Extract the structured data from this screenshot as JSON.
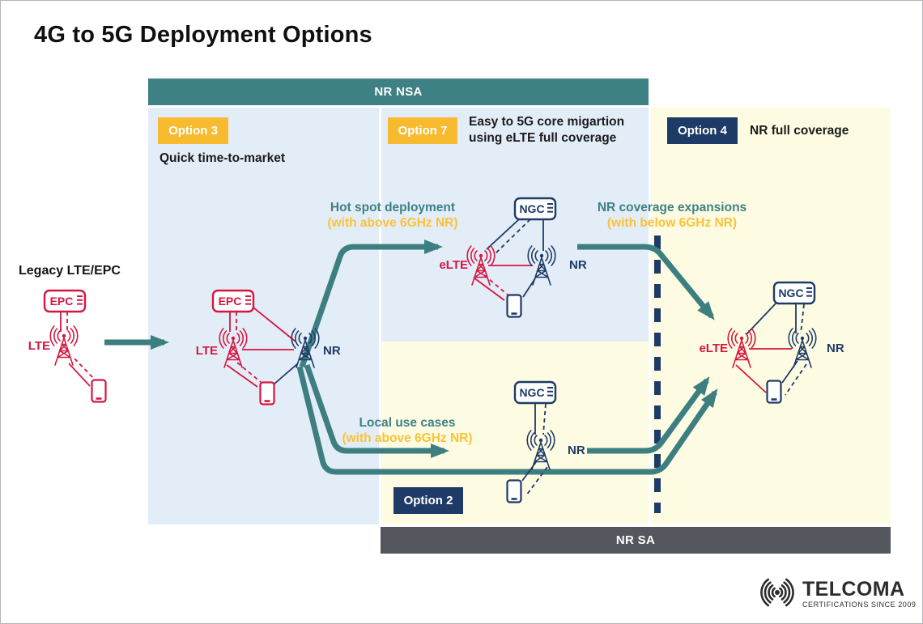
{
  "title": "4G to 5G Deployment Options",
  "colors": {
    "teal": "#3D8184",
    "navy": "#1E3A66",
    "red": "#D5163F",
    "accent_yellow": "#F8BB2F",
    "panel_blue": "#E3EDF8",
    "panel_yellow": "#FDFCE3",
    "gray_bar": "#54575D"
  },
  "group_bars": {
    "nsa": "NR NSA",
    "sa": "NR SA"
  },
  "legacy": {
    "label": "Legacy LTE/EPC"
  },
  "options": {
    "option3": {
      "label": "Option 3",
      "note": "Quick time-to-market"
    },
    "option7": {
      "label": "Option 7",
      "note_line1": "Easy to 5G core migartion",
      "note_line2": "using eLTE full coverage"
    },
    "option4": {
      "label": "Option 4",
      "note": "NR full coverage"
    },
    "option2": {
      "label": "Option 2"
    }
  },
  "annotations": {
    "hot_spot": {
      "line1": "Hot spot deployment",
      "line2": "(with above 6GHz NR)"
    },
    "nr_coverage": {
      "line1": "NR coverage expansions",
      "line2": "(with below 6GHz NR)"
    },
    "local_use": {
      "line1": "Local use cases",
      "line2": "(with above 6GHz NR)"
    }
  },
  "nodes": {
    "epc": "EPC",
    "ngc": "NGC",
    "lte": "LTE",
    "elte": "eLTE",
    "nr": "NR"
  },
  "logo": {
    "name": "TELCOMA",
    "tagline": "CERTIFICATIONS SINCE 2009"
  }
}
